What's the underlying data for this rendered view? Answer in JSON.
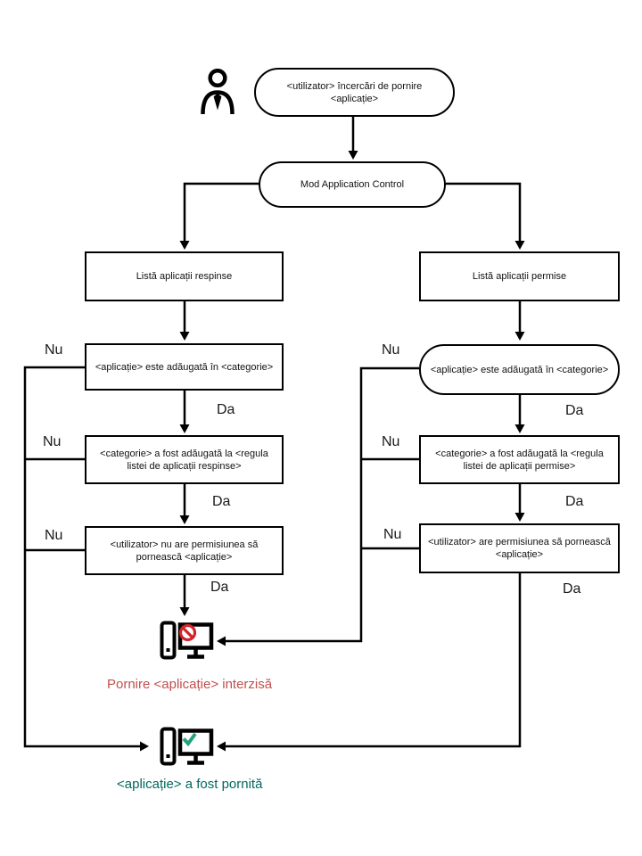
{
  "labels": {
    "yes": "Da",
    "no": "Nu"
  },
  "nodes": {
    "start": {
      "lines": [
        "<utilizator> încercări de pornire",
        "<aplicație>"
      ]
    },
    "mode": {
      "lines": [
        "Mod Application Control"
      ]
    },
    "denied_list": {
      "lines": [
        "Listă aplicații respinse"
      ]
    },
    "denied_in_category": {
      "lines": [
        "<aplicație>  este adăugată în  <categorie>"
      ]
    },
    "denied_rule": {
      "lines": [
        "<categorie> a fost adăugată la <regula",
        "listei de aplicații respinse>"
      ]
    },
    "denied_permission": {
      "lines": [
        "<utilizator> nu are permisiunea să",
        "pornească <aplicație>"
      ]
    },
    "allowed_list": {
      "lines": [
        "Listă aplicații permise"
      ]
    },
    "allowed_in_category": {
      "lines": [
        "<aplicație>  este adăugată în  <categorie>"
      ]
    },
    "allowed_rule": {
      "lines": [
        "<categorie> a fost adăugată la <regula",
        "listei de aplicații permise>"
      ]
    },
    "allowed_permission": {
      "lines": [
        "<utilizator> are permisiunea să pornească",
        "<aplicație>"
      ]
    }
  },
  "results": {
    "denied": "Pornire <aplicație> interzisă",
    "allowed": "<aplicație> a fost pornită"
  },
  "colors": {
    "line": "#000000",
    "denied_text": "#c0504d",
    "allowed_text": "#00695f",
    "prohibition_icon": "#d2232a",
    "check_icon": "#27a080"
  }
}
